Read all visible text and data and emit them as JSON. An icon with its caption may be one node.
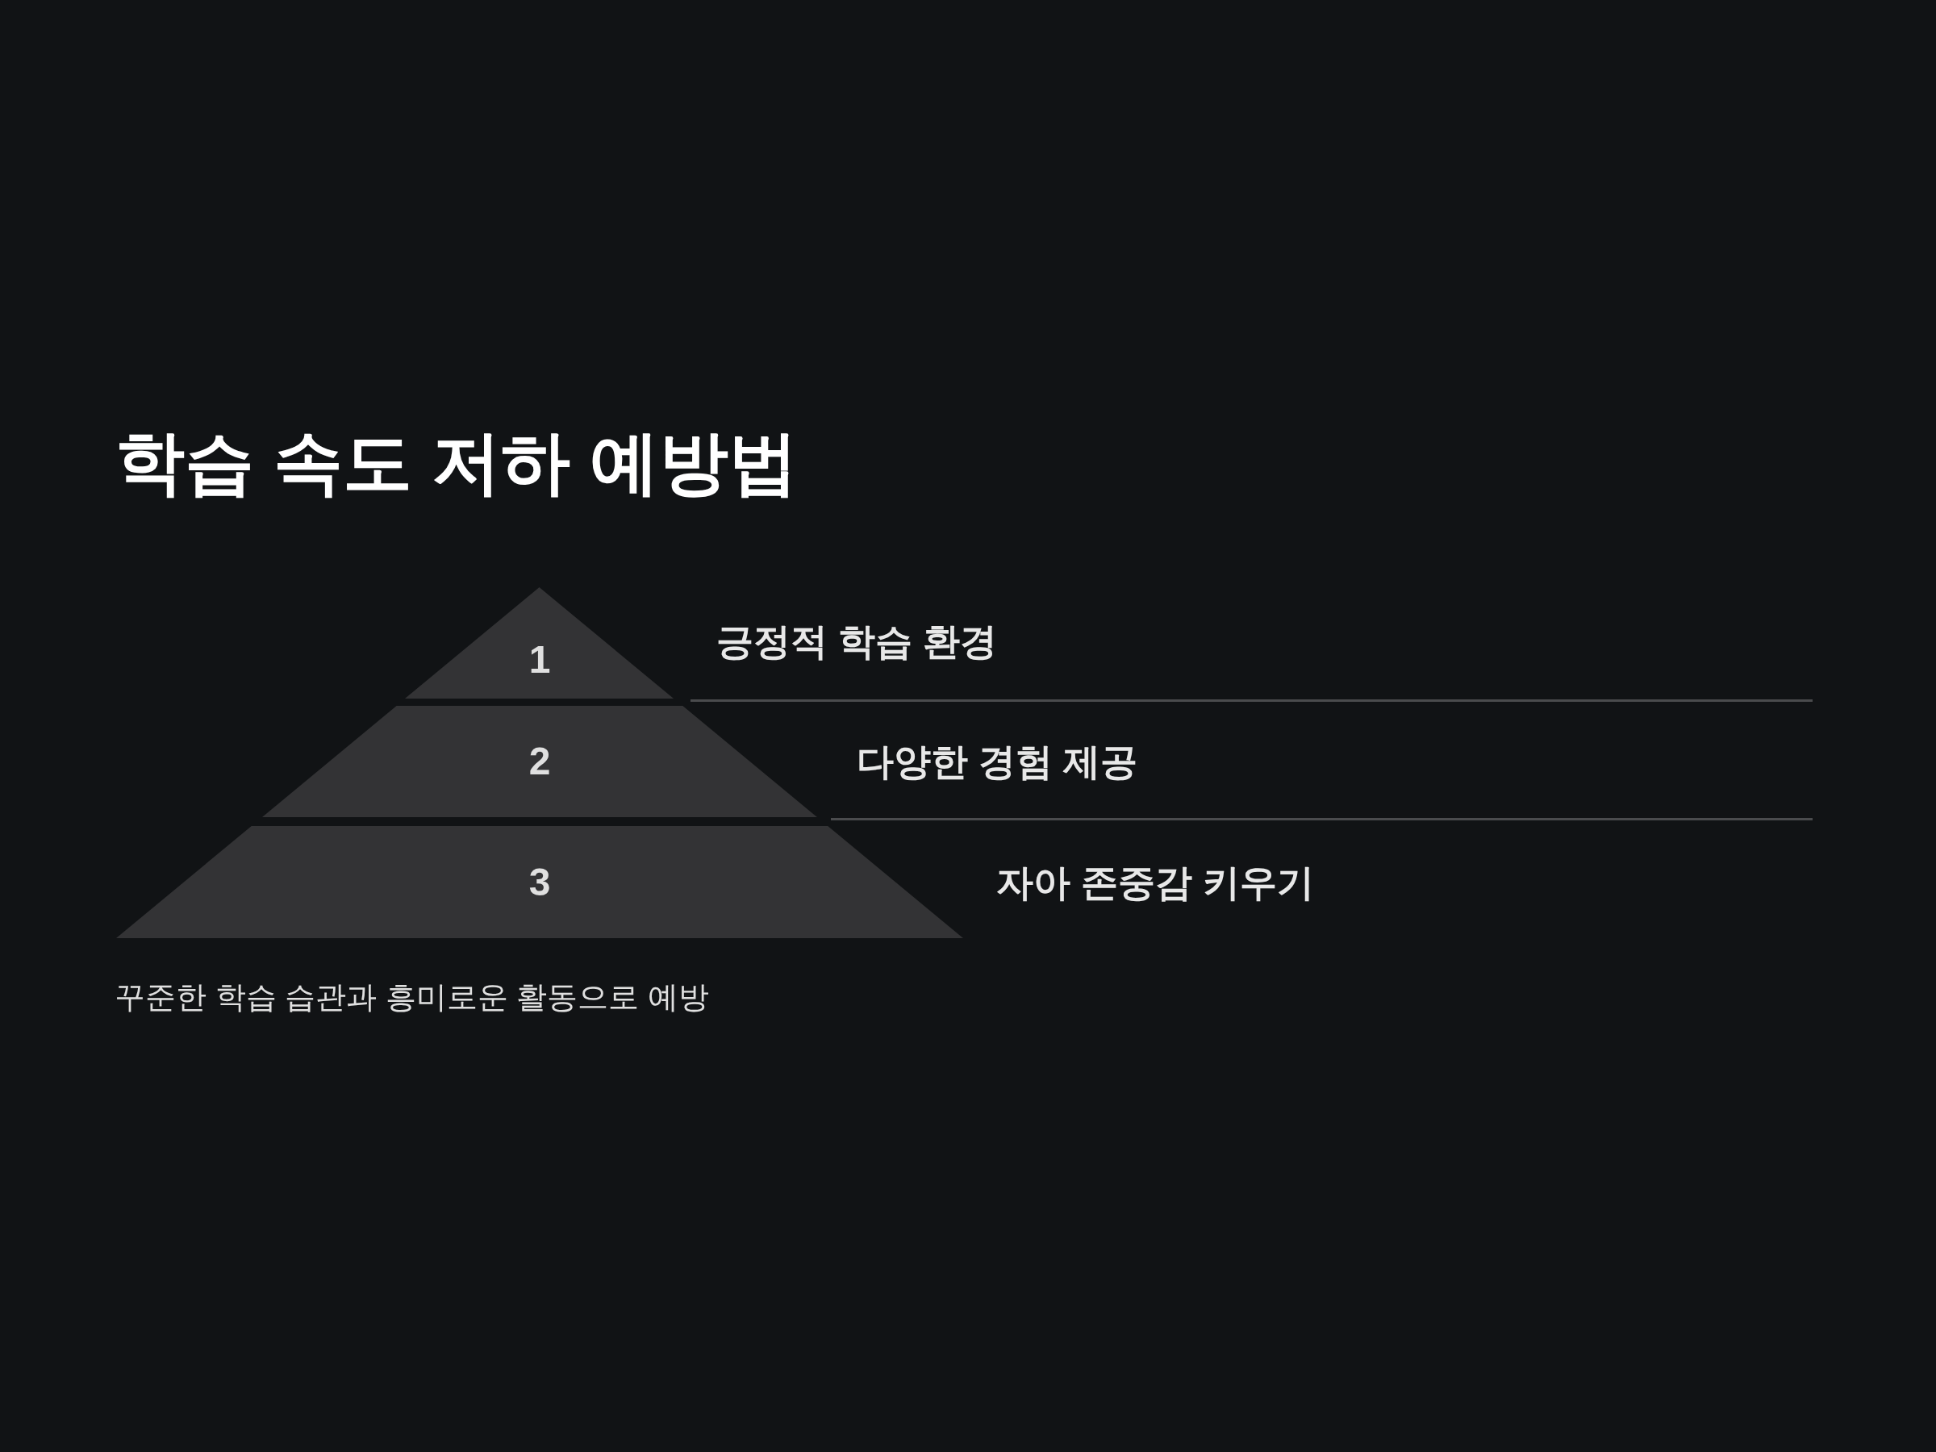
{
  "diagram": {
    "title": "학습 속도 저하 예방법",
    "nodes": [
      {
        "text": [
          "1"
        ],
        "beside": [
          "긍정적 학습 환경"
        ]
      },
      {
        "text": [
          "2"
        ],
        "beside": [
          "다양한 경험 제공"
        ]
      },
      {
        "text": [
          "3"
        ],
        "beside": [
          "자아 존중감 키우기"
        ]
      }
    ],
    "caption": "꾸준한 학습 습관과 흥미로운 활동으로 예방"
  }
}
